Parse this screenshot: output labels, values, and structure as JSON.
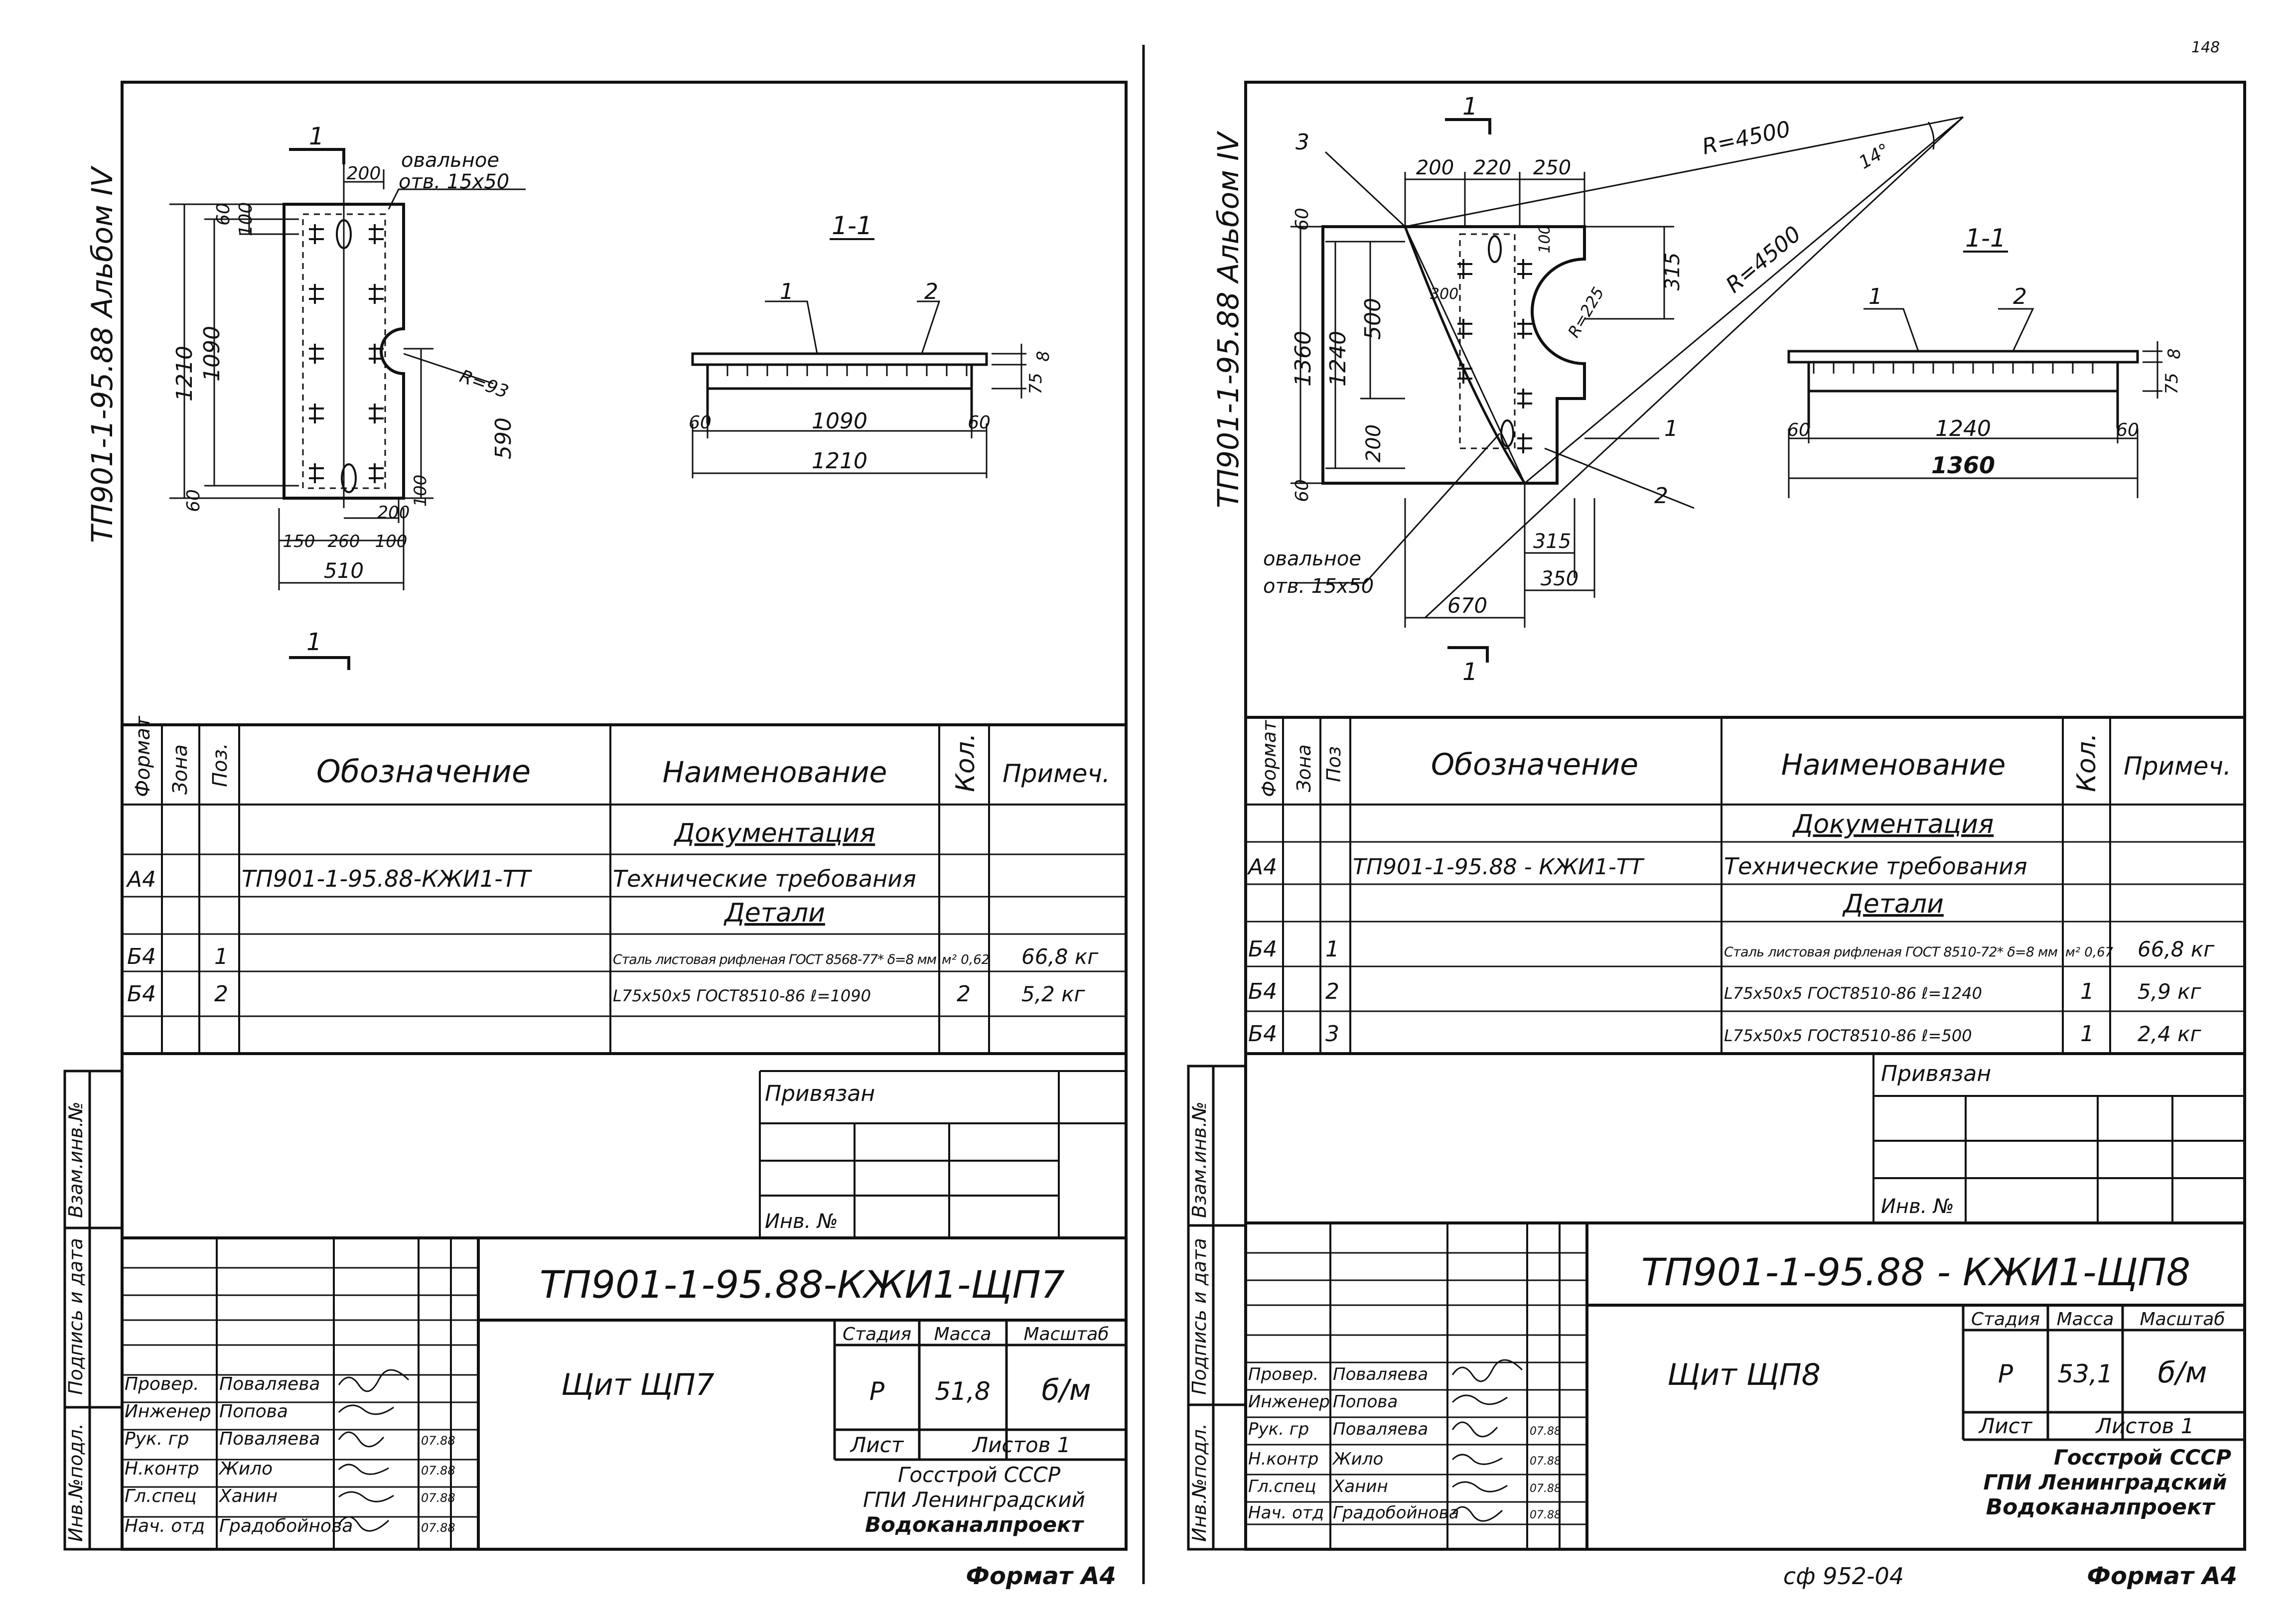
{
  "page_number": "148",
  "footer": {
    "sheet_code": "сф 952-04"
  },
  "sheets": [
    {
      "album_note": "ТП901-1-95.88 Альбом IV",
      "drawing": {
        "section_mark": "1",
        "section_title": "1-1",
        "oval_hole_label": "овальное",
        "oval_hole_size": "отв. 15х50",
        "radius_label": "R=93",
        "dims_top": [
          "200"
        ],
        "dims_left": [
          "60",
          "100",
          "1210",
          "1090",
          "60"
        ],
        "dim_right": "590",
        "dims_bottom": [
          "200",
          "100",
          "150",
          "260",
          "100",
          "510"
        ],
        "section_callouts": [
          "1",
          "2"
        ],
        "section_dims": [
          "60",
          "1090",
          "60",
          "1210",
          "8",
          "75"
        ]
      },
      "spec": {
        "headers": {
          "format": "Формат",
          "zone": "Зона",
          "pos": "Поз.",
          "designation": "Обозначение",
          "name": "Наименование",
          "qty": "Кол.",
          "note": "Примеч."
        },
        "section_documentation": "Документация",
        "section_details": "Детали",
        "rows": [
          {
            "format": "А4",
            "pos": "",
            "designation": "ТП901-1-95.88-КЖИ1-ТТ",
            "name": "Технические требования",
            "qty": "",
            "note": ""
          },
          {
            "format": "Б4",
            "pos": "1",
            "designation": "",
            "name": "Сталь листовая рифленая ГОСТ 8568-77* δ=8 мм",
            "qty": "м² 0,62",
            "note": "66,8 кг"
          },
          {
            "format": "Б4",
            "pos": "2",
            "designation": "",
            "name": "L75х50х5 ГОСТ8510-86 ℓ=1090",
            "qty": "2",
            "note": "5,2 кг"
          }
        ]
      },
      "title_block": {
        "side_labels": [
          "Взам.инв.№",
          "Подпись и дата",
          "Инв.№подл."
        ],
        "attached_label": "Привязан",
        "inv_label": "Инв. №",
        "code": "ТП901-1-95.88-КЖИ1-ЩП7",
        "name": "Щит ЩП7",
        "stage_header": "Стадия",
        "mass_header": "Масса",
        "scale_header": "Масштаб",
        "stage": "Р",
        "mass": "51,8",
        "scale": "б/м",
        "sheet_label": "Лист",
        "sheets_label": "Листов 1",
        "org": [
          "Госстрой СССР",
          "ГПИ Ленинградский",
          "Водоканалпроект"
        ],
        "people": [
          {
            "role": "Провер.",
            "name": "Поваляева",
            "date": ""
          },
          {
            "role": "Инженер",
            "name": "Попова",
            "date": ""
          },
          {
            "role": "Рук. гр",
            "name": "Поваляева",
            "date": "07.88"
          },
          {
            "role": "Н.контр",
            "name": "Жило",
            "date": "07.88"
          },
          {
            "role": "Гл.спец",
            "name": "Ханин",
            "date": "07.88"
          },
          {
            "role": "Нач. отд",
            "name": "Градобойнова",
            "date": "07.88"
          }
        ],
        "format_label": "Формат А4"
      }
    },
    {
      "album_note": "ТП901-1-95.88 Альбом IV",
      "drawing": {
        "section_mark": "1",
        "section_title": "1-1",
        "oval_hole_label": "овальное",
        "oval_hole_size": "отв. 15х50",
        "radius_labels": [
          "R=4500",
          "R=4500",
          "R=225"
        ],
        "angle_label": "14°",
        "dims_top": [
          "200",
          "220",
          "250"
        ],
        "dims_left": [
          "60",
          "1360",
          "1240",
          "500",
          "200",
          "60"
        ],
        "dims_inner": [
          "100",
          "300"
        ],
        "dim_right": "315",
        "dims_bottom": [
          "315",
          "350",
          "670"
        ],
        "callouts": [
          "3",
          "1",
          "2"
        ],
        "section_callouts": [
          "1",
          "2"
        ],
        "section_dims": [
          "60",
          "1240",
          "60",
          "1360",
          "8",
          "75"
        ]
      },
      "spec": {
        "headers": {
          "format": "Формат",
          "zone": "Зона",
          "pos": "Поз",
          "designation": "Обозначение",
          "name": "Наименование",
          "qty": "Кол.",
          "note": "Примеч."
        },
        "section_documentation": "Документация",
        "section_details": "Детали",
        "rows": [
          {
            "format": "А4",
            "pos": "",
            "designation": "ТП901-1-95.88 - КЖИ1-ТТ",
            "name": "Технические требования",
            "qty": "",
            "note": ""
          },
          {
            "format": "Б4",
            "pos": "1",
            "designation": "",
            "name": "Сталь листовая рифленая ГОСТ 8510-72* δ=8 мм",
            "qty": "м² 0,67",
            "note": "66,8 кг"
          },
          {
            "format": "Б4",
            "pos": "2",
            "designation": "",
            "name": "L75х50х5 ГОСТ8510-86 ℓ=1240",
            "qty": "1",
            "note": "5,9 кг"
          },
          {
            "format": "Б4",
            "pos": "3",
            "designation": "",
            "name": "L75х50х5 ГОСТ8510-86 ℓ=500",
            "qty": "1",
            "note": "2,4 кг"
          }
        ]
      },
      "title_block": {
        "side_labels": [
          "Взам.инв.№",
          "Подпись и дата",
          "Инв.№подл."
        ],
        "attached_label": "Привязан",
        "inv_label": "Инв. №",
        "code": "ТП901-1-95.88 - КЖИ1-ЩП8",
        "name": "Щит ЩП8",
        "stage_header": "Стадия",
        "mass_header": "Масса",
        "scale_header": "Масштаб",
        "stage": "Р",
        "mass": "53,1",
        "scale": "б/м",
        "sheet_label": "Лист",
        "sheets_label": "Листов 1",
        "org": [
          "Госстрой СССР",
          "ГПИ Ленинградский",
          "Водоканалпроект"
        ],
        "people": [
          {
            "role": "Провер.",
            "name": "Поваляева",
            "date": ""
          },
          {
            "role": "Инженер",
            "name": "Попова",
            "date": ""
          },
          {
            "role": "Рук. гр",
            "name": "Поваляева",
            "date": "07.88"
          },
          {
            "role": "Н.контр",
            "name": "Жило",
            "date": "07.88"
          },
          {
            "role": "Гл.спец",
            "name": "Ханин",
            "date": "07.88"
          },
          {
            "role": "Нач. отд",
            "name": "Градобойнова",
            "date": "07.88"
          }
        ],
        "format_label": "Формат А4"
      }
    }
  ]
}
